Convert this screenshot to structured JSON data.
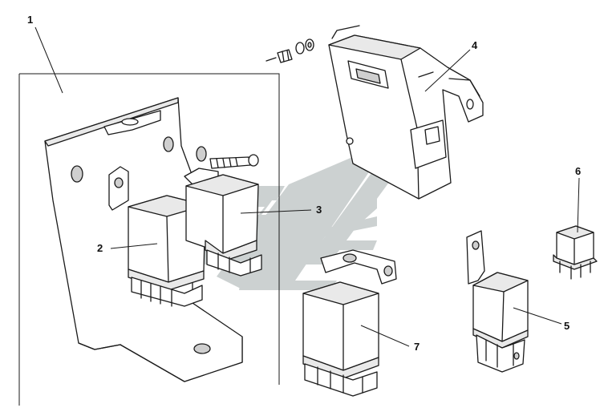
{
  "callouts": [
    {
      "id": "1",
      "label": "1"
    },
    {
      "id": "2",
      "label": "2"
    },
    {
      "id": "3",
      "label": "3"
    },
    {
      "id": "4",
      "label": "4"
    },
    {
      "id": "5",
      "label": "5"
    },
    {
      "id": "6",
      "label": "6"
    },
    {
      "id": "7",
      "label": "7"
    }
  ],
  "parts": [
    {
      "callout": "1",
      "part": "mounting-bracket-assembly"
    },
    {
      "callout": "2",
      "part": "relay-left"
    },
    {
      "callout": "3",
      "part": "relay-right"
    },
    {
      "callout": "4",
      "part": "cover"
    },
    {
      "callout": "5",
      "part": "relay-with-bracket"
    },
    {
      "callout": "6",
      "part": "mini-relay"
    },
    {
      "callout": "7",
      "part": "relay-with-tab"
    }
  ],
  "colors": {
    "line": "#1a1a1a",
    "watermark": "#c4c9c9",
    "background": "#ffffff"
  }
}
